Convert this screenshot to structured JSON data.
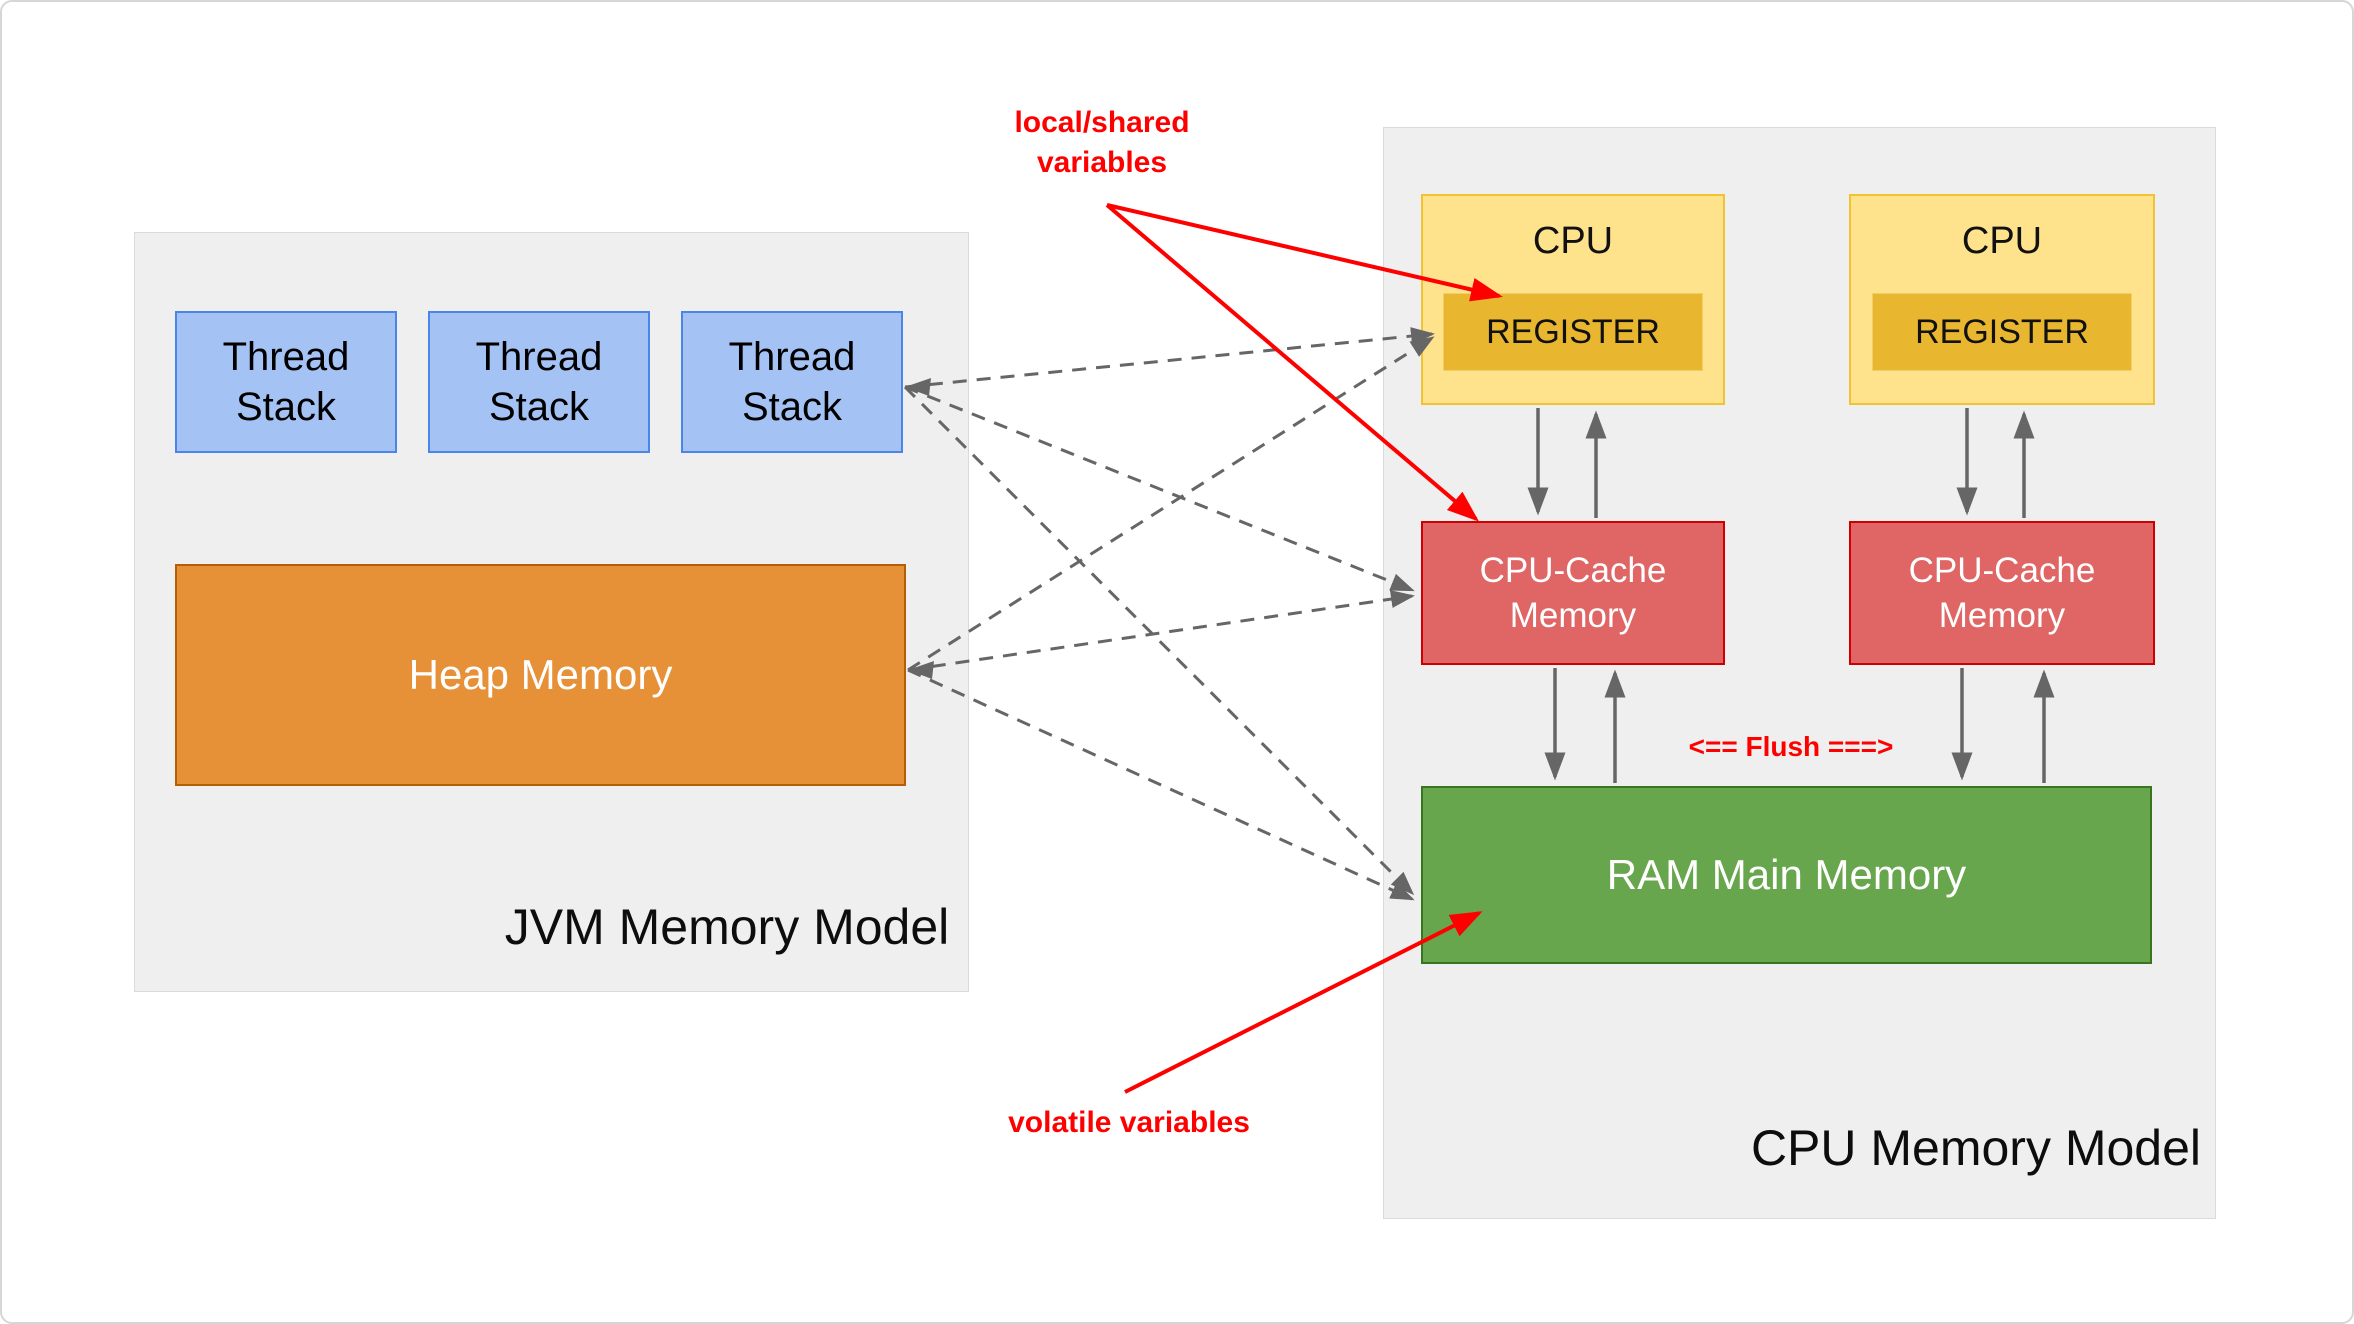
{
  "diagram": {
    "type": "memory-model-diagram",
    "annotations": {
      "local_shared": "local/shared\nvariables",
      "volatile": "volatile variables",
      "flush": "<== Flush ===>"
    },
    "jvm": {
      "title": "JVM Memory Model",
      "thread_stacks": [
        {
          "label": "Thread\nStack"
        },
        {
          "label": "Thread\nStack"
        },
        {
          "label": "Thread\nStack"
        }
      ],
      "heap_label": "Heap Memory"
    },
    "cpu_model": {
      "title": "CPU Memory Model",
      "cpus": [
        {
          "title": "CPU",
          "register_label": "REGISTER",
          "cache_label": "CPU-Cache\nMemory"
        },
        {
          "title": "CPU",
          "register_label": "REGISTER",
          "cache_label": "CPU-Cache\nMemory"
        }
      ],
      "ram_label": "RAM Main Memory"
    },
    "colors": {
      "panel_fill": "#efefef",
      "thread_fill": "#a4c2f4",
      "thread_border": "#4a86e8",
      "heap_fill": "#e69138",
      "heap_border": "#b45f06",
      "cpu_fill": "#ffe28c",
      "cpu_border": "#f1c232",
      "register_fill": "#e8b62f",
      "cache_fill": "#e06666",
      "cache_border": "#cc0000",
      "ram_fill": "#67a64c",
      "ram_border": "#38761d",
      "arrow_gray": "#666666",
      "annotation_red": "#ff0000"
    }
  }
}
